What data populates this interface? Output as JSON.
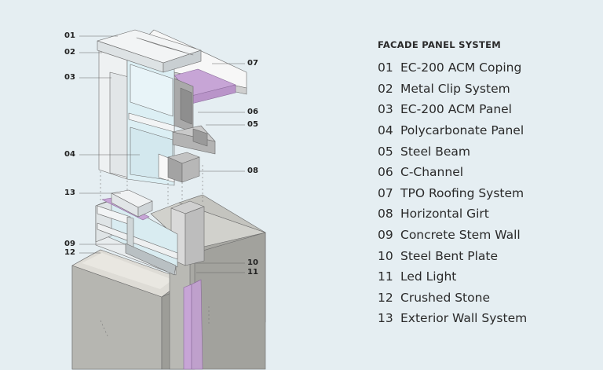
{
  "legend": {
    "title": "FACADE PANEL SYSTEM",
    "items": [
      {
        "num": "01",
        "label": "EC-200 ACM Coping"
      },
      {
        "num": "02",
        "label": "Metal Clip System"
      },
      {
        "num": "03",
        "label": "EC-200 ACM Panel"
      },
      {
        "num": "04",
        "label": "Polycarbonate Panel"
      },
      {
        "num": "05",
        "label": "Steel Beam"
      },
      {
        "num": "06",
        "label": "C-Channel"
      },
      {
        "num": "07",
        "label": "TPO Roofing System"
      },
      {
        "num": "08",
        "label": "Horizontal Girt"
      },
      {
        "num": "09",
        "label": "Concrete Stem Wall"
      },
      {
        "num": "10",
        "label": "Steel Bent Plate"
      },
      {
        "num": "11",
        "label": "Led Light"
      },
      {
        "num": "12",
        "label": "Crushed Stone"
      },
      {
        "num": "13",
        "label": "Exterior Wall System"
      }
    ]
  },
  "callouts": {
    "c01": "01",
    "c02": "02",
    "c03": "03",
    "c04": "04",
    "c05": "05",
    "c06": "06",
    "c07": "07",
    "c08": "08",
    "c09": "09",
    "c10": "10",
    "c11": "11",
    "c12": "12",
    "c13": "13"
  },
  "colors": {
    "background": "#e5eef2",
    "insulation": "#c7a5d6",
    "concrete": "#b4b4b0",
    "panel_light": "#f4f6f7",
    "glass": "#dceff4"
  }
}
